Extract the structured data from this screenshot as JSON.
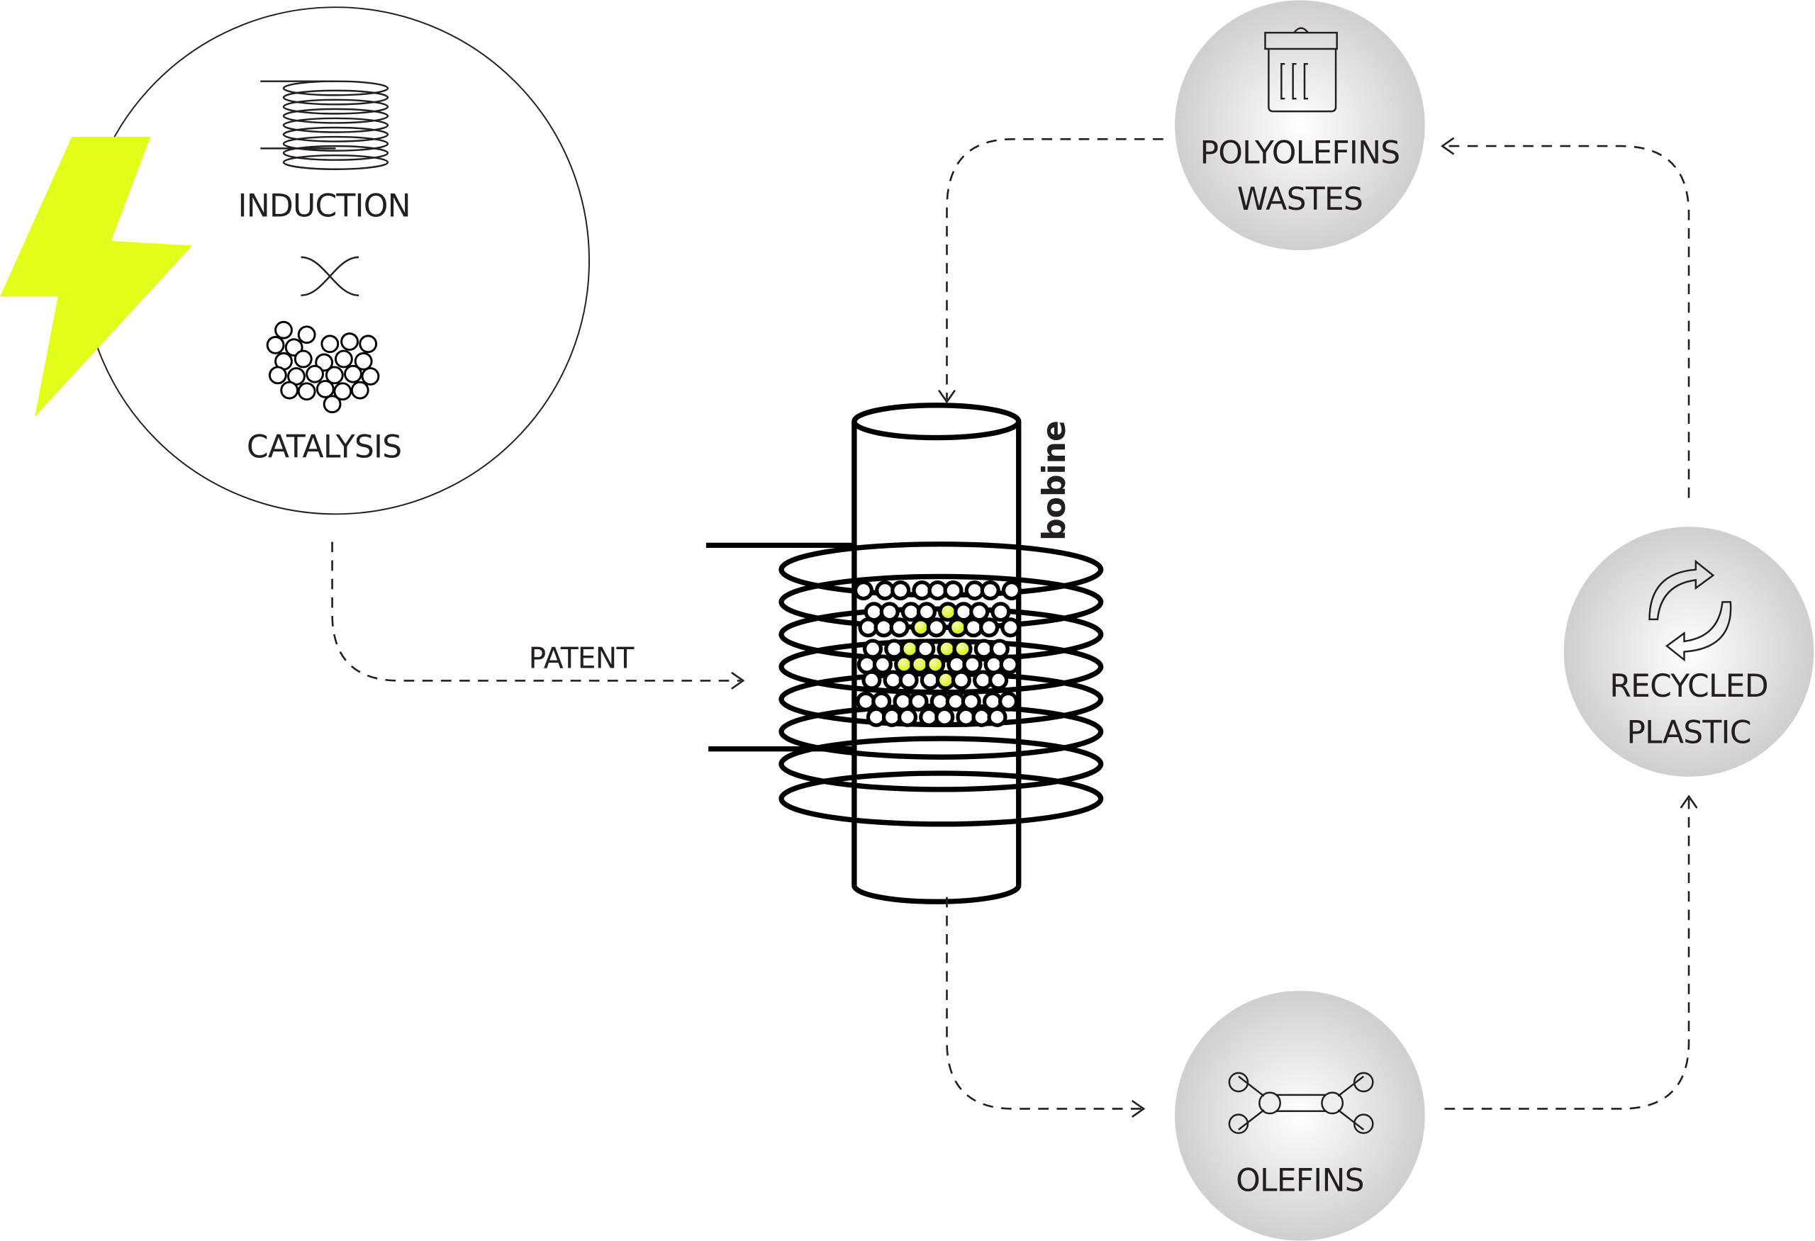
{
  "colors": {
    "accent": "#e2ff1a",
    "ink": "#231f20",
    "node_fill": "#d6d6d6"
  },
  "concept": {
    "induction_label": "INDUCTION",
    "catalysis_label": "CATALYSIS",
    "icons": [
      "lightning-icon",
      "coil-icon",
      "cross-icon",
      "catalyst-particles-icon"
    ]
  },
  "patent_label": "PATENT",
  "reactor": {
    "label": "bobine"
  },
  "nodes": {
    "polyolefins_wastes": {
      "line1": "POLYOLEFINS",
      "line2": "WASTES",
      "icon": "trash-bin-icon"
    },
    "olefins": {
      "line1": "OLEFINS",
      "icon": "olefin-molecule-icon"
    },
    "recycled_plastic": {
      "line1": "RECYCLED",
      "line2": "PLASTIC",
      "icon": "recycle-arrows-icon"
    }
  }
}
